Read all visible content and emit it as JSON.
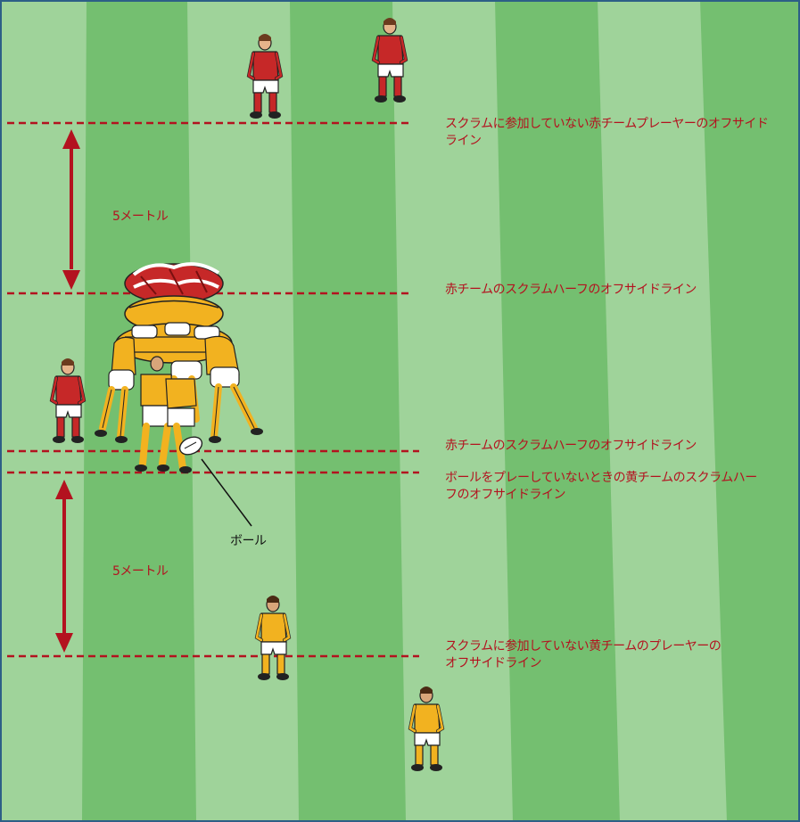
{
  "colors": {
    "grass_light": "#9fd39a",
    "grass_dark": "#74bf70",
    "border": "#2d5f86",
    "offside_line": "#b3121f",
    "text_red": "#b3121f",
    "red_team_jersey": "#c62828",
    "yellow_team_jersey": "#f2b220",
    "shorts": "#ffffff"
  },
  "labels": {
    "red_nonscrum_offside": "スクラムに参加していない赤チームプレーヤーのオフサイドライン",
    "distance_top": "5メートル",
    "red_scrumhalf_offside_1": "赤チームのスクラムハーフのオフサイドライン",
    "red_scrumhalf_offside_2": "赤チームのスクラムハーフのオフサイドライン",
    "yellow_scrumhalf_offside": "ボールをプレーしていないときの黄チームのスクラムハーフのオフサイドライン",
    "ball": "ボール",
    "distance_bottom": "5メートル",
    "yellow_nonscrum_offside": "スクラムに参加していない黄チームのプレーヤーのオフサイドライン"
  },
  "icons": [
    "double-arrow-icon",
    "rugby-ball-icon",
    "player-figure-icon"
  ]
}
